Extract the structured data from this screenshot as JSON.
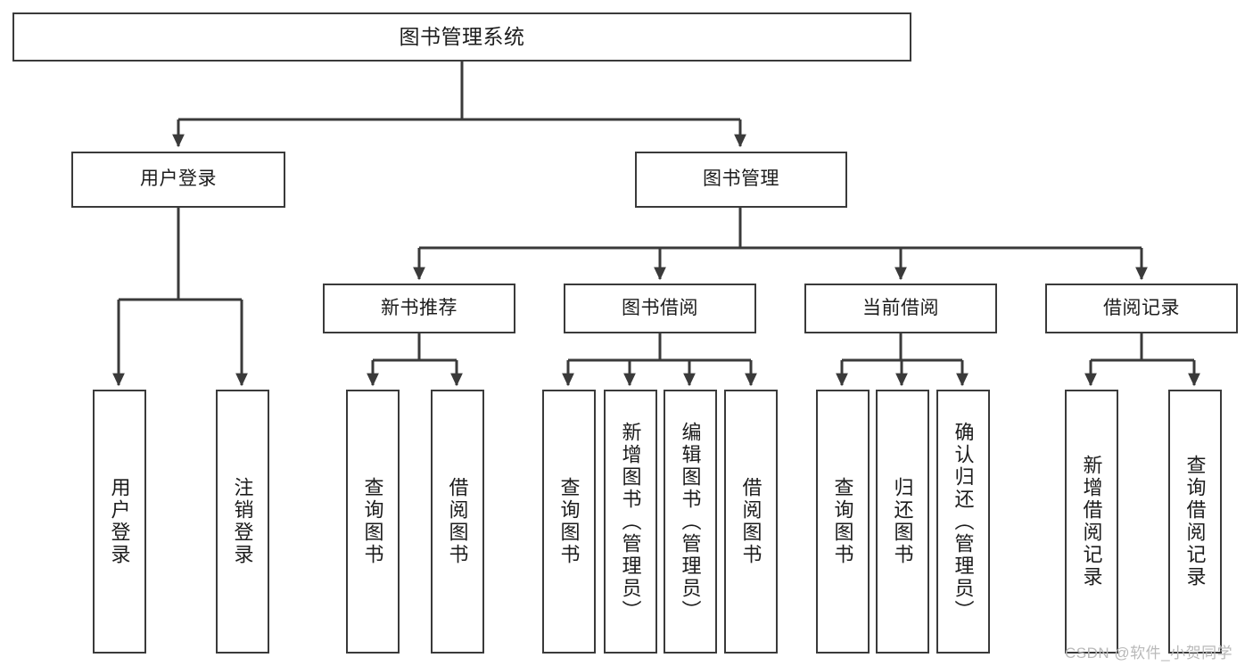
{
  "diagram": {
    "title": "图书管理系统",
    "root": {
      "label": "图书管理系统"
    },
    "level2": [
      {
        "label": "用户登录"
      },
      {
        "label": "图书管理"
      }
    ],
    "level3": [
      {
        "label": "新书推荐"
      },
      {
        "label": "图书借阅"
      },
      {
        "label": "当前借阅"
      },
      {
        "label": "借阅记录"
      }
    ],
    "leaves": [
      {
        "label": "用户登录"
      },
      {
        "label": "注销登录"
      },
      {
        "label": "查询图书"
      },
      {
        "label": "借阅图书"
      },
      {
        "label": "查询图书"
      },
      {
        "label": "新增图书（管理员）"
      },
      {
        "label": "编辑图书（管理员）"
      },
      {
        "label": "借阅图书"
      },
      {
        "label": "查询图书"
      },
      {
        "label": "归还图书"
      },
      {
        "label": "确认归还（管理员）"
      },
      {
        "label": "新增借阅记录"
      },
      {
        "label": "查询借阅记录"
      }
    ],
    "watermark": "CSDN @软件_小贺同学",
    "colors": {
      "stroke": "#3a3a3a",
      "background": "#ffffff",
      "text": "#1c1c1c",
      "watermark": "#b9b9b9"
    }
  }
}
